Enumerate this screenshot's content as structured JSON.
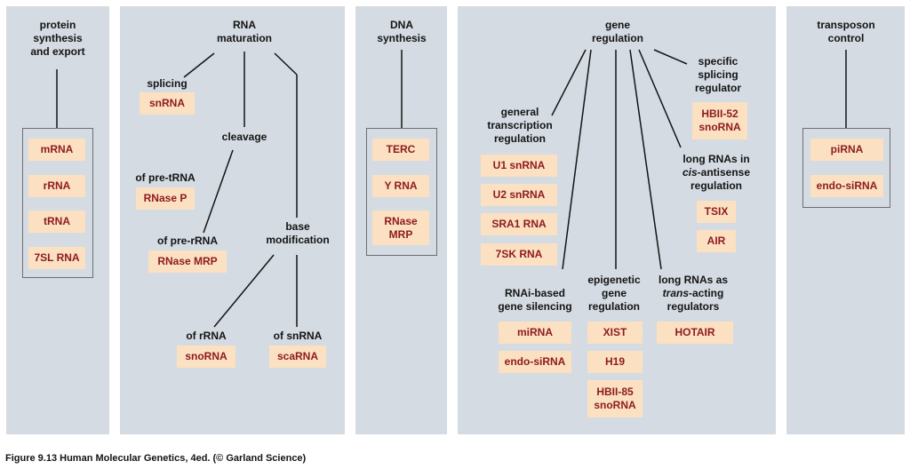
{
  "panels": {
    "protein": {
      "title": "protein\nsynthesis\nand export",
      "items": [
        "mRNA",
        "rRNA",
        "tRNA",
        "7SL RNA"
      ]
    },
    "rna": {
      "title": "RNA\nmaturation",
      "splicing": "splicing",
      "snRNA": "snRNA",
      "cleavage": "cleavage",
      "pre_trna": "of pre-tRNA",
      "rnase_p": "RNase P",
      "pre_rrna": "of pre-rRNA",
      "rnase_mrp": "RNase MRP",
      "base_mod": "base\nmodification",
      "of_rrna": "of rRNA",
      "snorna": "snoRNA",
      "of_snrna": "of snRNA",
      "scarna": "scaRNA"
    },
    "dna": {
      "title": "DNA\nsynthesis",
      "items": [
        "TERC",
        "Y RNA",
        "RNase\nMRP"
      ]
    },
    "gene": {
      "title": "gene\nregulation",
      "gtr_label": "general\ntranscription\nregulation",
      "gtr_items": [
        "U1 snRNA",
        "U2 snRNA",
        "SRA1 RNA",
        "7SK RNA"
      ],
      "rnai_label": "RNAi-based\ngene silencing",
      "rnai_items": [
        "miRNA",
        "endo-siRNA"
      ],
      "epi_label": "epigenetic\ngene\nregulation",
      "epi_items": [
        "XIST",
        "H19",
        "HBII-85\nsnoRNA"
      ],
      "trans_label_1": "long RNAs as",
      "trans_label_2": "trans",
      "trans_label_3": "-acting",
      "trans_label_4": "regulators",
      "trans_items": [
        "HOTAIR"
      ],
      "splice_label": "specific\nsplicing\nregulator",
      "splice_items": [
        "HBII-52\nsnoRNA"
      ],
      "cis_label_1": "long RNAs in",
      "cis_label_2": "cis",
      "cis_label_3": "-antisense",
      "cis_label_4": "regulation",
      "cis_items": [
        "TSIX",
        "AIR"
      ]
    },
    "transposon": {
      "title": "transposon\ncontrol",
      "items": [
        "piRNA",
        "endo-siRNA"
      ]
    }
  },
  "caption": "Figure 9.13  Human Molecular Genetics, 4ed. (© Garland Science)",
  "colors": {
    "panel": "#d4dbe2",
    "box_fill": "#fbe1c1",
    "box_text": "#8e1a1f",
    "label": "#141414"
  }
}
